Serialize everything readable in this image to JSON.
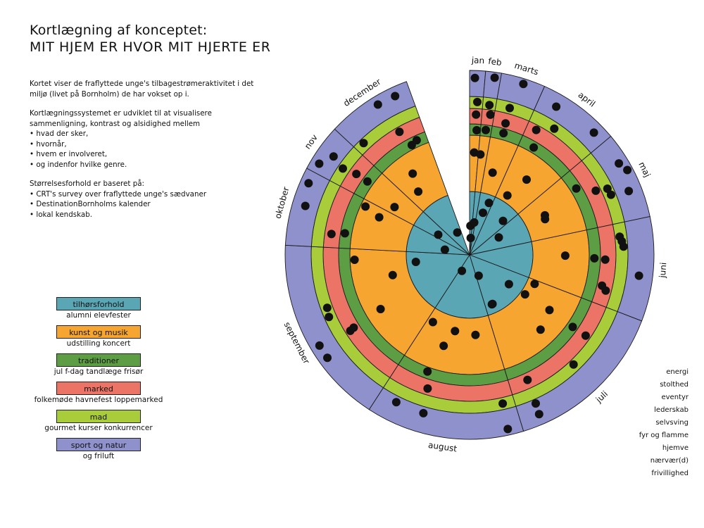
{
  "header": {
    "title_line1": "Kortlægning af konceptet:",
    "title_line2": "MIT HJEM ER HVOR MIT HJERTE ER"
  },
  "intro": {
    "p1": "Kortet viser de fraflyttede unge's tilbagestrømeraktivitet i det miljø (livet på Bornholm) de har vokset op i.",
    "p2": "Kortlægningssystemet er udviklet til at visualisere sammenligning, kontrast og alsidighed mellem",
    "bullets1": [
      "hvad der sker,",
      "hvornår,",
      "hvem er involveret,",
      "og indenfor hvilke genre."
    ],
    "p3": "Størrelsesforhold er baseret på:",
    "bullets2": [
      "CRT's survey over fraflyttede unge's sædvaner",
      "DestinationBornholms kalender",
      "lokal kendskab."
    ]
  },
  "legend": [
    {
      "label": "tilhørsforhold",
      "sub": "alumni elevfester",
      "color": "#5aa6b4"
    },
    {
      "label": "kunst og musik",
      "sub": "udstilling koncert",
      "color": "#f7a531"
    },
    {
      "label": "traditioner",
      "sub": "jul f-dag tandlæge frisør",
      "color": "#5d9e44"
    },
    {
      "label": "marked",
      "sub": "folkemøde havnefest loppemarked",
      "color": "#ec7466"
    },
    {
      "label": "mad",
      "sub": "gourmet kurser konkurrencer",
      "color": "#a9cc3b"
    },
    {
      "label": "sport og natur",
      "sub": "og friluft",
      "color": "#8e91cc"
    }
  ],
  "values": [
    "energi",
    "stolthed",
    "eventyr",
    "lederskab",
    "selvsving",
    "fyr og flamme",
    "hjemve",
    "nærvær(d)",
    "frivillighed"
  ],
  "wheel": {
    "months": [
      {
        "label": "jan",
        "span": 5
      },
      {
        "label": "feb",
        "span": 5
      },
      {
        "label": "marts",
        "span": 14
      },
      {
        "label": "april",
        "span": 26
      },
      {
        "label": "maj",
        "span": 28
      },
      {
        "label": "juni",
        "span": 33
      },
      {
        "label": "juli",
        "span": 52
      },
      {
        "label": "august",
        "span": 50
      },
      {
        "label": "september",
        "span": 60
      },
      {
        "label": "oktober",
        "span": 25
      },
      {
        "label": "nov",
        "span": 15
      },
      {
        "label": "december",
        "span": 27
      }
    ],
    "month_levels": [
      {
        "tilhørsforhold": 2,
        "kunst og musik": 1,
        "traditioner": 1,
        "marked": 1,
        "mad": 1,
        "sport og natur": 1
      },
      {
        "tilhørsforhold": 1,
        "kunst og musik": 1,
        "traditioner": 1,
        "marked": 1,
        "mad": 1,
        "sport og natur": 1
      },
      {
        "tilhørsforhold": 2,
        "kunst og musik": 1,
        "traditioner": 1,
        "marked": 1,
        "mad": 1,
        "sport og natur": 1
      },
      {
        "tilhørsforhold": 1,
        "kunst og musik": 2,
        "traditioner": 1,
        "marked": 1,
        "mad": 1,
        "sport og natur": 2
      },
      {
        "tilhørsforhold": 1,
        "kunst og musik": 2,
        "traditioner": 1,
        "marked": 1,
        "mad": 2,
        "sport og natur": 3
      },
      {
        "tilhørsforhold": 0,
        "kunst og musik": 1,
        "traditioner": 1,
        "marked": 3,
        "mad": 3,
        "sport og natur": 1
      },
      {
        "tilhørsforhold": 4,
        "kunst og musik": 4,
        "traditioner": 1,
        "marked": 2,
        "mad": 1,
        "sport og natur": 2
      },
      {
        "tilhørsforhold": 1,
        "kunst og musik": 4,
        "traditioner": 1,
        "marked": 1,
        "mad": 1,
        "sport og natur": 3
      },
      {
        "tilhørsforhold": 1,
        "kunst og musik": 3,
        "traditioner": 0,
        "marked": 2,
        "mad": 2,
        "sport og natur": 2
      },
      {
        "tilhørsforhold": 1,
        "kunst og musik": 2,
        "traditioner": 1,
        "marked": 1,
        "mad": 0,
        "sport og natur": 2
      },
      {
        "tilhørsforhold": 1,
        "kunst og musik": 1,
        "traditioner": 1,
        "marked": 1,
        "mad": 1,
        "sport og natur": 2
      },
      {
        "tilhørsforhold": 1,
        "kunst og musik": 2,
        "traditioner": 2,
        "marked": 1,
        "mad": 1,
        "sport og natur": 2
      }
    ]
  }
}
